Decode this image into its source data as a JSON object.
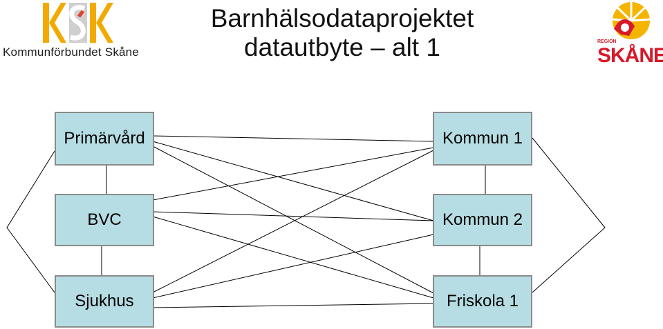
{
  "header": {
    "title_line1": "Barnhälsodataprojektet",
    "title_line2": "datautbyte – alt 1",
    "left_logo": {
      "wordmark": "Kommunförbundet Skåne",
      "accent": "#f2a900",
      "mark": "#c8c8c8"
    },
    "right_logo": {
      "region": "REGION",
      "name": "SKÅNE",
      "sun": "#f5b400",
      "red": "#d7192a"
    }
  },
  "diagram": {
    "node_fill": "#b6dde3",
    "left_nodes": [
      "Primärvård",
      "BVC",
      "Sjukhus"
    ],
    "right_nodes": [
      "Kommun 1",
      "Kommun 2",
      "Friskola 1"
    ]
  }
}
